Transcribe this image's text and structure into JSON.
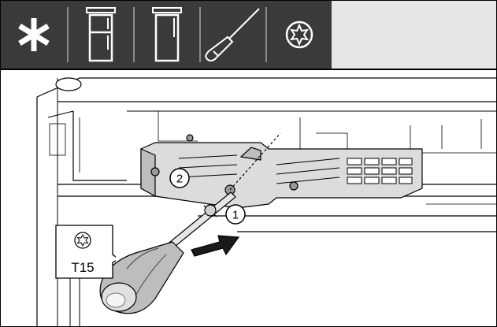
{
  "toolbar": {
    "icons": [
      {
        "name": "asterisk-icon"
      },
      {
        "name": "fridge-freezer-icon"
      },
      {
        "name": "fridge-icon"
      },
      {
        "name": "screwdriver-icon"
      },
      {
        "name": "torx-icon"
      }
    ]
  },
  "callouts": {
    "step1": "1",
    "step2": "2",
    "torx_size": "T15"
  },
  "colors": {
    "toolbar_dark": "#3a3a3a",
    "toolbar_light": "#e6e6e6",
    "line": "#000000",
    "part_gray": "#cfcfcf",
    "handle_gray": "#bdbdbd"
  }
}
